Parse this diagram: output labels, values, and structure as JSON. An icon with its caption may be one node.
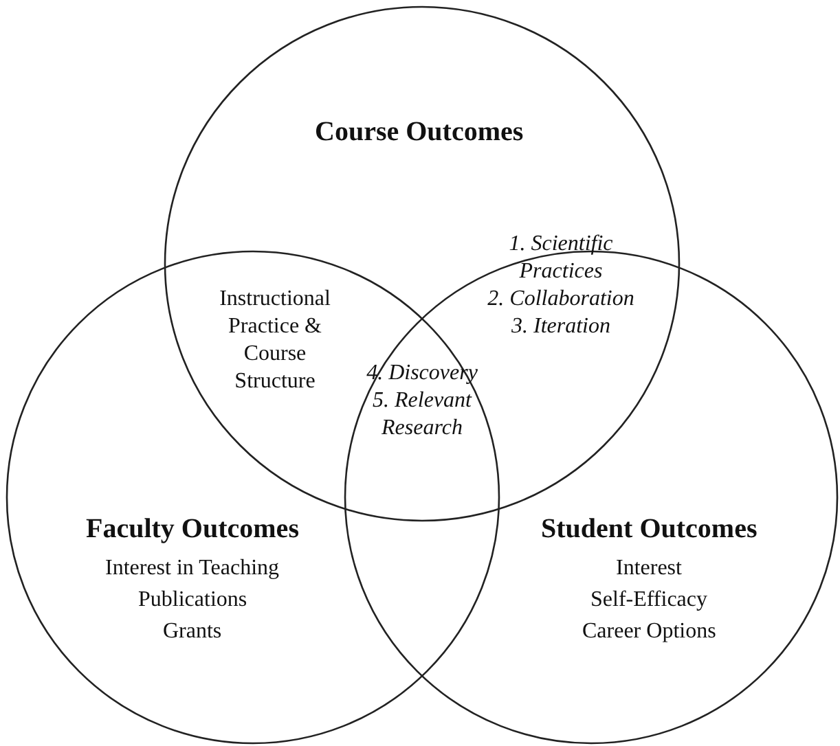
{
  "diagram": {
    "nodes": [
      {
        "text": [
          "Course Outcomes"
        ]
      },
      {
        "text": [
          "Faculty Outcomes",
          "Interest in Teaching",
          "Publications",
          "Grants"
        ]
      },
      {
        "text": [
          "Student Outcomes",
          "Interest",
          "Self-Efficacy",
          "Career Options"
        ]
      }
    ],
    "labels": [
      "Instructional Practice & Course Structure",
      "1. Scientific Practices",
      "2. Collaboration",
      "3. Iteration",
      "4. Discovery",
      "5. Relevant Research"
    ]
  }
}
